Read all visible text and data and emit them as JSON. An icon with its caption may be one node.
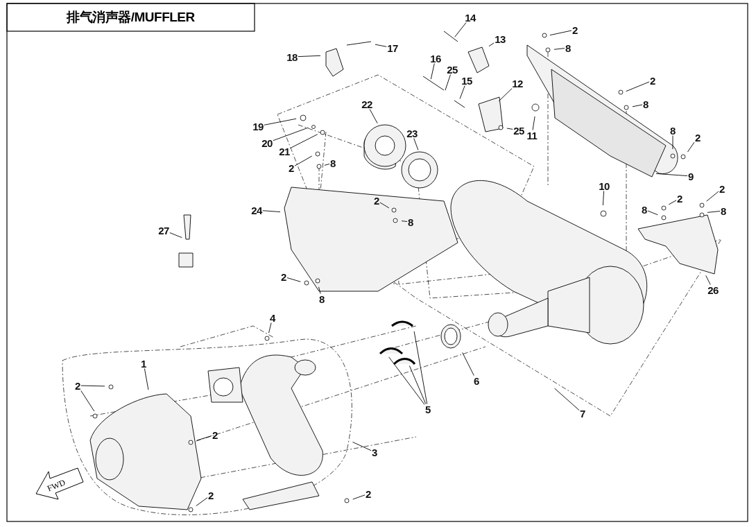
{
  "diagram": {
    "title": "排气消声器/MUFFLER",
    "nodes": [
      {
        "text": [
          "1"
        ]
      },
      {
        "text": [
          "2"
        ]
      },
      {
        "text": [
          "2"
        ]
      },
      {
        "text": [
          "2"
        ]
      },
      {
        "text": [
          "2"
        ]
      },
      {
        "text": [
          "3"
        ]
      },
      {
        "text": [
          "4"
        ]
      },
      {
        "text": [
          "5"
        ]
      },
      {
        "text": [
          "6"
        ]
      },
      {
        "text": [
          "7"
        ]
      },
      {
        "text": [
          "8"
        ]
      },
      {
        "text": [
          "2"
        ]
      },
      {
        "text": [
          "24"
        ]
      },
      {
        "text": [
          "27"
        ]
      },
      {
        "text": [
          "2"
        ]
      },
      {
        "text": [
          "8"
        ]
      },
      {
        "text": [
          "2"
        ]
      },
      {
        "text": [
          "8"
        ]
      },
      {
        "text": [
          "19"
        ]
      },
      {
        "text": [
          "20"
        ]
      },
      {
        "text": [
          "21"
        ]
      },
      {
        "text": [
          "22"
        ]
      },
      {
        "text": [
          "23"
        ]
      },
      {
        "text": [
          "18"
        ]
      },
      {
        "text": [
          "17"
        ]
      },
      {
        "text": [
          "14"
        ]
      },
      {
        "text": [
          "13"
        ]
      },
      {
        "text": [
          "16"
        ]
      },
      {
        "text": [
          "25"
        ]
      },
      {
        "text": [
          "15"
        ]
      },
      {
        "text": [
          "12"
        ]
      },
      {
        "text": [
          "11"
        ]
      },
      {
        "text": [
          "25"
        ]
      },
      {
        "text": [
          "2"
        ]
      },
      {
        "text": [
          "8"
        ]
      },
      {
        "text": [
          "2"
        ]
      },
      {
        "text": [
          "8"
        ]
      },
      {
        "text": [
          "9"
        ]
      },
      {
        "text": [
          "8"
        ]
      },
      {
        "text": [
          "2"
        ]
      },
      {
        "text": [
          "10"
        ]
      },
      {
        "text": [
          "2"
        ]
      },
      {
        "text": [
          "2"
        ]
      },
      {
        "text": [
          "8"
        ]
      },
      {
        "text": [
          "8"
        ]
      },
      {
        "text": [
          "26"
        ]
      }
    ],
    "edges": [
      {
        "from": 0,
        "to": null,
        "arrow": "none"
      },
      {
        "from": 1,
        "to": null,
        "arrow": "none"
      },
      {
        "from": 1,
        "to": null,
        "arrow": "none"
      },
      {
        "from": 2,
        "to": null,
        "arrow": "none"
      },
      {
        "from": 3,
        "to": null,
        "arrow": "none"
      },
      {
        "from": 4,
        "to": null,
        "arrow": "none"
      },
      {
        "from": 5,
        "to": null,
        "arrow": "none"
      },
      {
        "from": 6,
        "to": null,
        "arrow": "none"
      },
      {
        "from": 7,
        "to": null,
        "arrow": "none"
      },
      {
        "from": 7,
        "to": null,
        "arrow": "none"
      },
      {
        "from": 7,
        "to": null,
        "arrow": "none"
      },
      {
        "from": 8,
        "to": null,
        "arrow": "none"
      },
      {
        "from": 9,
        "to": null,
        "arrow": "none"
      },
      {
        "from": 10,
        "to": null,
        "arrow": "none"
      },
      {
        "from": 11,
        "to": null,
        "arrow": "none"
      },
      {
        "from": 12,
        "to": null,
        "arrow": "none"
      },
      {
        "from": 13,
        "to": null,
        "arrow": "none"
      },
      {
        "from": 14,
        "to": null,
        "arrow": "none"
      },
      {
        "from": 15,
        "to": null,
        "arrow": "none"
      },
      {
        "from": 16,
        "to": null,
        "arrow": "none"
      },
      {
        "from": 17,
        "to": null,
        "arrow": "none"
      },
      {
        "from": 18,
        "to": null,
        "arrow": "none"
      },
      {
        "from": 19,
        "to": null,
        "arrow": "none"
      },
      {
        "from": 20,
        "to": null,
        "arrow": "none"
      },
      {
        "from": 21,
        "to": null,
        "arrow": "none"
      },
      {
        "from": 22,
        "to": null,
        "arrow": "none"
      },
      {
        "from": 23,
        "to": null,
        "arrow": "none"
      },
      {
        "from": 24,
        "to": null,
        "arrow": "none"
      },
      {
        "from": 25,
        "to": null,
        "arrow": "none"
      },
      {
        "from": 26,
        "to": null,
        "arrow": "none"
      },
      {
        "from": 27,
        "to": null,
        "arrow": "none"
      },
      {
        "from": 28,
        "to": null,
        "arrow": "none"
      },
      {
        "from": 29,
        "to": null,
        "arrow": "none"
      },
      {
        "from": 30,
        "to": null,
        "arrow": "none"
      },
      {
        "from": 31,
        "to": null,
        "arrow": "none"
      },
      {
        "from": 32,
        "to": null,
        "arrow": "none"
      },
      {
        "from": 33,
        "to": null,
        "arrow": "none"
      },
      {
        "from": 34,
        "to": null,
        "arrow": "none"
      },
      {
        "from": 35,
        "to": null,
        "arrow": "none"
      },
      {
        "from": 36,
        "to": null,
        "arrow": "none"
      },
      {
        "from": 37,
        "to": null,
        "arrow": "none"
      },
      {
        "from": 38,
        "to": null,
        "arrow": "none"
      },
      {
        "from": 39,
        "to": null,
        "arrow": "none"
      },
      {
        "from": 40,
        "to": null,
        "arrow": "none"
      },
      {
        "from": 41,
        "to": null,
        "arrow": "none"
      },
      {
        "from": 42,
        "to": null,
        "arrow": "none"
      },
      {
        "from": 43,
        "to": null,
        "arrow": "none"
      },
      {
        "from": 44,
        "to": null,
        "arrow": "none"
      },
      {
        "from": 45,
        "to": null,
        "arrow": "none"
      }
    ],
    "labels": [
      "FWD"
    ]
  }
}
